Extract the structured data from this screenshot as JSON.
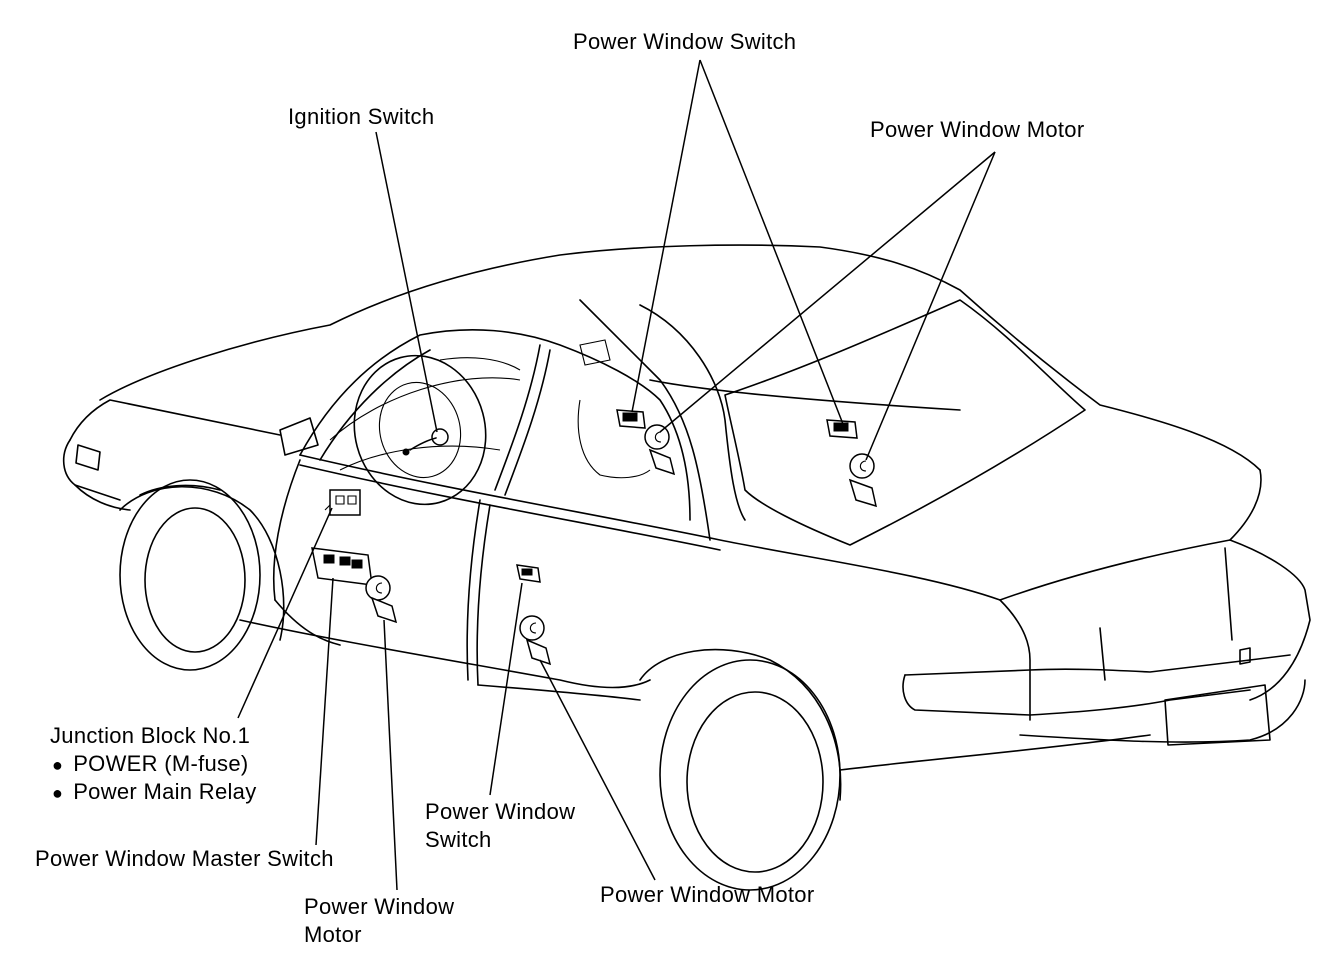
{
  "labels": {
    "pws_top": "Power Window Switch",
    "ignition": "Ignition Switch",
    "pwm_top": "Power Window Motor",
    "junction_title": "Junction Block No.1",
    "junction_item1": "POWER (M-fuse)",
    "junction_item2": "Power Main Relay",
    "master_switch": "Power Window Master Switch",
    "pwm_front_l1": "Power Window",
    "pwm_front_l2": "Motor",
    "pws_rear_l1": "Power Window",
    "pws_rear_l2": "Switch",
    "pwm_rear": "Power Window Motor"
  }
}
